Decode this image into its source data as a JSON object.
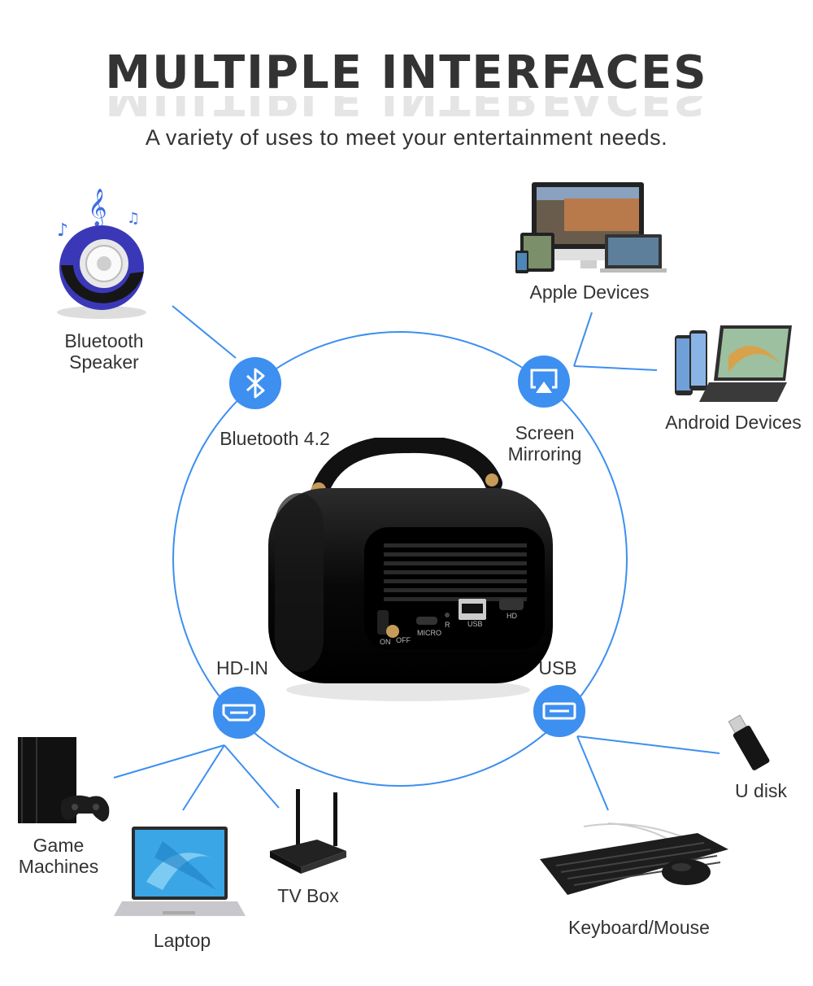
{
  "header": {
    "title": "MULTIPLE INTERFACES",
    "subtitle": "A variety of uses to meet your entertainment needs."
  },
  "features": {
    "bluetooth": "Bluetooth 4.2",
    "screen_mirroring_line1": "Screen",
    "screen_mirroring_line2": "Mirroring",
    "hd_in": "HD-IN",
    "usb": "USB"
  },
  "devices": {
    "bluetooth_speaker_line1": "Bluetooth",
    "bluetooth_speaker_line2": "Speaker",
    "apple_devices": "Apple Devices",
    "android_devices": "Android Devices",
    "game_machines_line1": "Game",
    "game_machines_line2": "Machines",
    "laptop": "Laptop",
    "tv_box": "TV Box",
    "u_disk": "U disk",
    "keyboard_mouse": "Keyboard/Mouse"
  },
  "projector_ports": {
    "on": "ON",
    "off": "OFF",
    "micro": "MICRO",
    "r": "R",
    "usb": "USB",
    "hd": "HD"
  },
  "colors": {
    "accent": "#3d8ff0",
    "text": "#333333"
  }
}
